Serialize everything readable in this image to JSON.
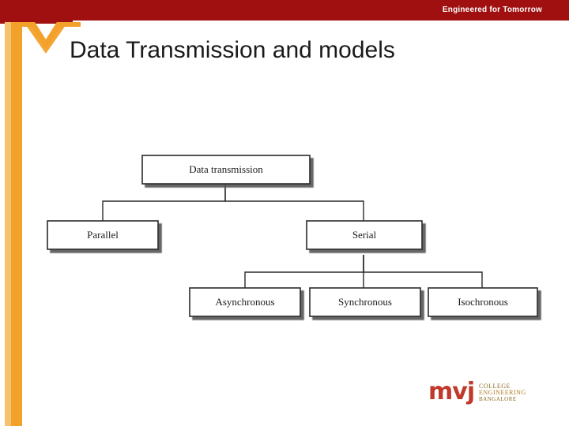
{
  "slide": {
    "banner_text": "Engineered for Tomorrow",
    "title": "Data Transmission and models",
    "colors": {
      "banner": "#a01010",
      "accent_orange": "#f2a12a",
      "logo_red": "#c0392b"
    }
  },
  "diagram": {
    "type": "tree",
    "root": "Data transmission",
    "nodes": [
      {
        "id": "root",
        "label": "Data transmission"
      },
      {
        "id": "parallel",
        "label": "Parallel"
      },
      {
        "id": "serial",
        "label": "Serial"
      },
      {
        "id": "async",
        "label": "Asynchronous"
      },
      {
        "id": "sync",
        "label": "Synchronous"
      },
      {
        "id": "iso",
        "label": "Isochronous"
      }
    ],
    "edges": [
      {
        "from": "root",
        "to": "parallel"
      },
      {
        "from": "root",
        "to": "serial"
      },
      {
        "from": "serial",
        "to": "async"
      },
      {
        "from": "serial",
        "to": "sync"
      },
      {
        "from": "serial",
        "to": "iso"
      }
    ]
  },
  "logo": {
    "mark": "mvj",
    "line1": "COLLEGE",
    "line2": "ENGINEERING",
    "line3": "BANGALORE"
  }
}
